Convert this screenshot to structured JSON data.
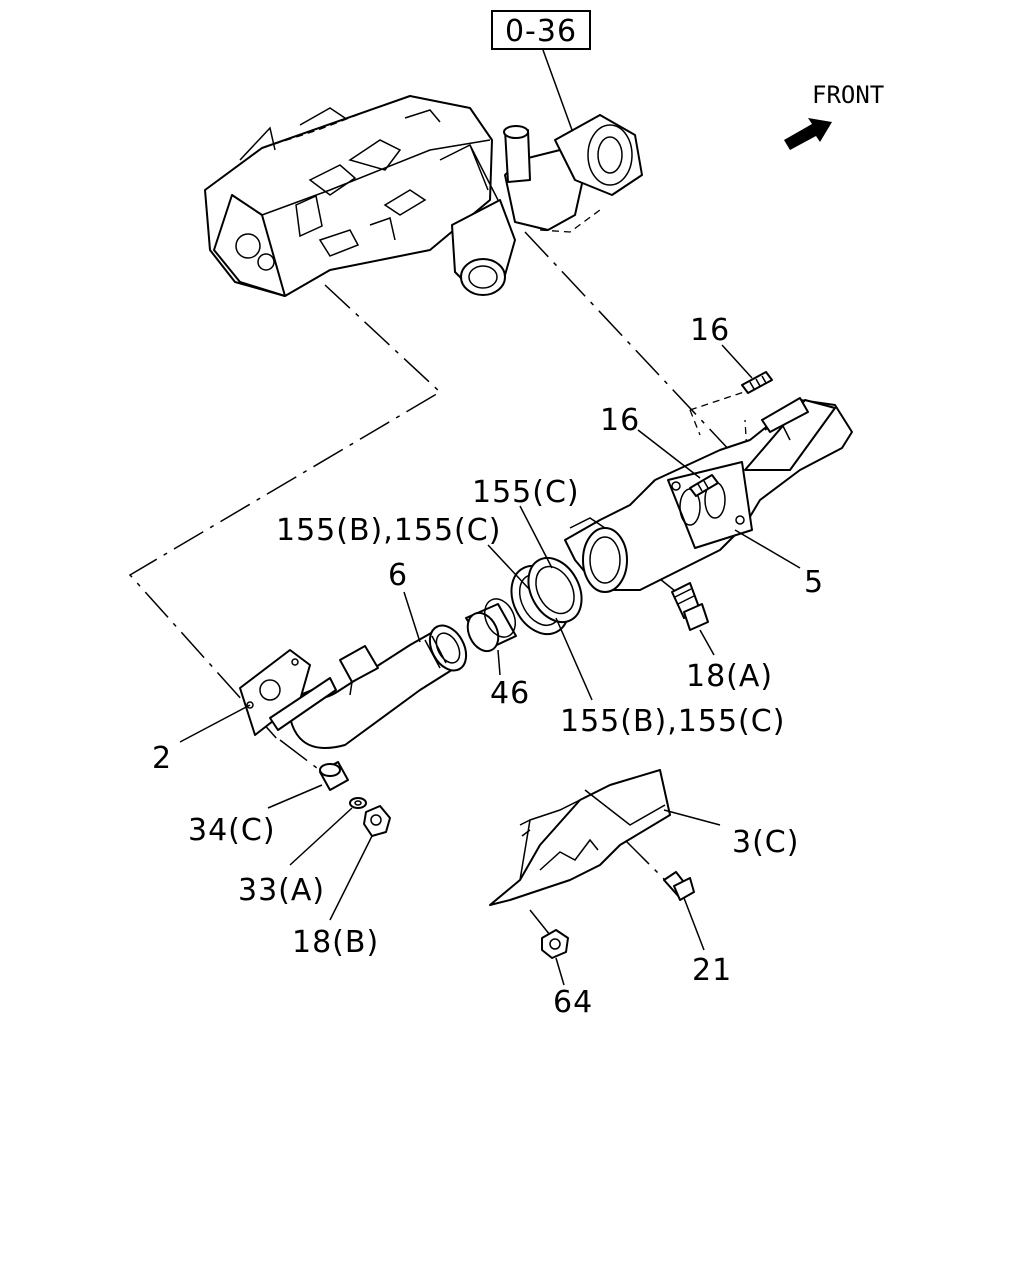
{
  "reference": "0-36",
  "direction_label": "FRONT",
  "labels": {
    "p16a": "16",
    "p16b": "16",
    "p155c_top": "155(C)",
    "p155bc_top": "155(B),155(C)",
    "p6": "6",
    "p5": "5",
    "p46": "46",
    "p18a": "18(A)",
    "p155bc_bottom": "155(B),155(C)",
    "p2": "2",
    "p34c": "34(C)",
    "p33a": "33(A)",
    "p18b": "18(B)",
    "p3c": "3(C)",
    "p21": "21",
    "p64": "64"
  },
  "colors": {
    "ink": "#000000",
    "paper": "#ffffff"
  }
}
